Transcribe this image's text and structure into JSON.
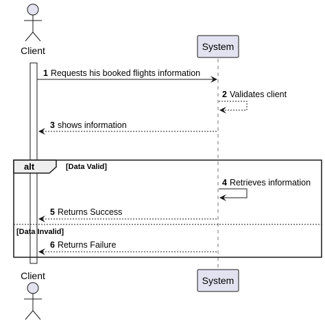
{
  "actors": {
    "client": "Client",
    "system": "System"
  },
  "messages": [
    {
      "num": "1",
      "text": "Requests his booked flights information"
    },
    {
      "num": "2",
      "text": "Validates client"
    },
    {
      "num": "3",
      "text": "shows information"
    },
    {
      "num": "4",
      "text": "Retrieves information"
    },
    {
      "num": "5",
      "text": "Returns Success"
    },
    {
      "num": "6",
      "text": "Returns Failure"
    }
  ],
  "fragment": {
    "keyword": "alt",
    "guard_1": "[Data Valid]",
    "guard_2": "[Data Invalid]"
  },
  "colors": {
    "participant_fill": "#E2E2F0",
    "participant_border": "#181818",
    "line": "#181818"
  }
}
